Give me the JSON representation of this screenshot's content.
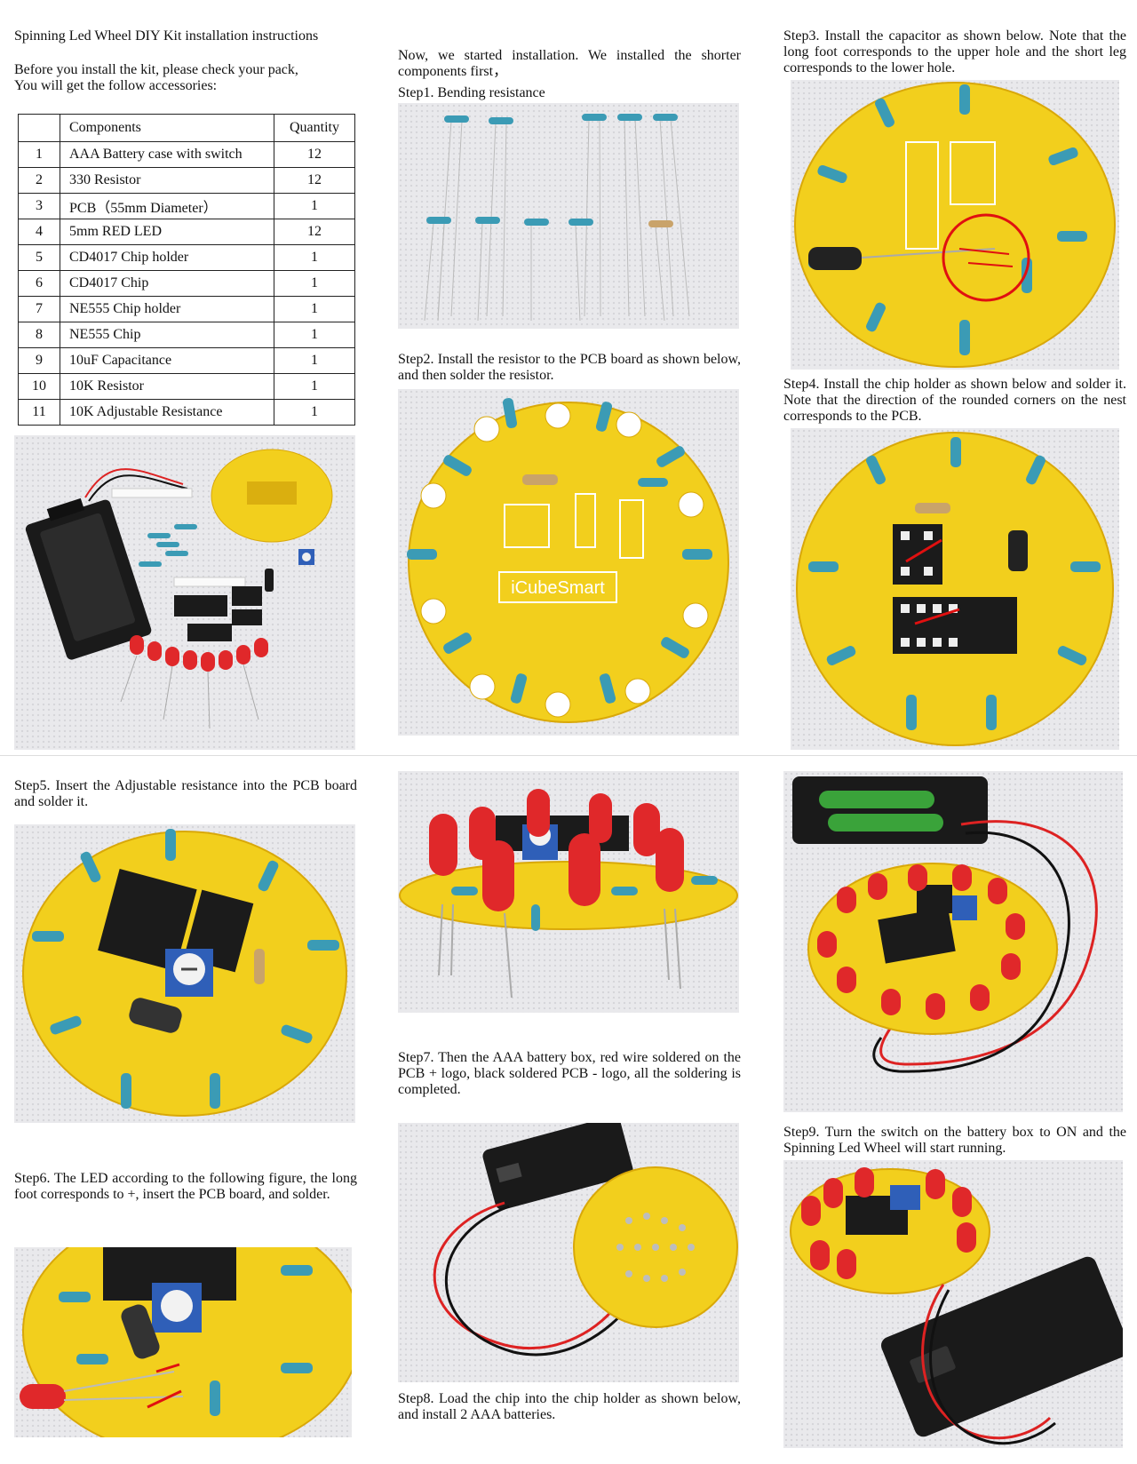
{
  "doc": {
    "title": "Spinning Led Wheel DIY Kit installation instructions",
    "intro": "Before you install the kit, please check your pack,\nYou will get the follow accessories:",
    "start_text": "Now, we started installation. We installed the shorter components first，",
    "pcb_logo": "iCubeSmart"
  },
  "table": {
    "headers": [
      "",
      "Components",
      "Quantity"
    ],
    "rows": [
      {
        "no": "1",
        "name": "AAA Battery case with switch",
        "qty": "12"
      },
      {
        "no": "2",
        "name": "330 Resistor",
        "qty": "12"
      },
      {
        "no": "3",
        "name": "PCB（55mm Diameter）",
        "qty": "1"
      },
      {
        "no": "4",
        "name": "5mm RED LED",
        "qty": "12"
      },
      {
        "no": "5",
        "name": "CD4017 Chip holder",
        "qty": "1"
      },
      {
        "no": "6",
        "name": "CD4017 Chip",
        "qty": "1"
      },
      {
        "no": "7",
        "name": "NE555 Chip holder",
        "qty": "1"
      },
      {
        "no": "8",
        "name": "NE555 Chip",
        "qty": "1"
      },
      {
        "no": "9",
        "name": "10uF Capacitance",
        "qty": "1"
      },
      {
        "no": "10",
        "name": "10K Resistor",
        "qty": "1"
      },
      {
        "no": "11",
        "name": "10K Adjustable Resistance",
        "qty": "1"
      }
    ]
  },
  "steps": {
    "s1": "Step1. Bending resistance",
    "s2": "Step2. Install the resistor to the PCB board as shown below, and then solder the resistor.",
    "s3": "Step3. Install the capacitor as shown below. Note that the long foot corresponds to the upper hole and the short leg corresponds to the lower hole.",
    "s4": "Step4. Install the chip holder as shown below and solder it. Note that the direction of the rounded corners on the nest corresponds to the PCB.",
    "s5": "Step5. Insert the Adjustable resistance into the PCB board and solder it.",
    "s6": "Step6. The LED according to the following figure, the long foot corresponds to +, insert the PCB board, and solder.",
    "s7": "Step7. Then the AAA battery box, red wire soldered on the PCB + logo, black soldered PCB - logo, all the soldering is completed.",
    "s8": "Step8. Load the chip into the chip holder as shown below, and install 2 AAA batteries.",
    "s9": "Step9. Turn the switch on the battery box to ON and the Spinning Led Wheel will start running."
  },
  "colors": {
    "pcb": "#f2cf1d",
    "pcb_dark": "#d9a808",
    "led": "#e0282a",
    "resistor": "#3b9bb5",
    "chip": "#1b1b1b",
    "pot": "#2f5fb8"
  }
}
